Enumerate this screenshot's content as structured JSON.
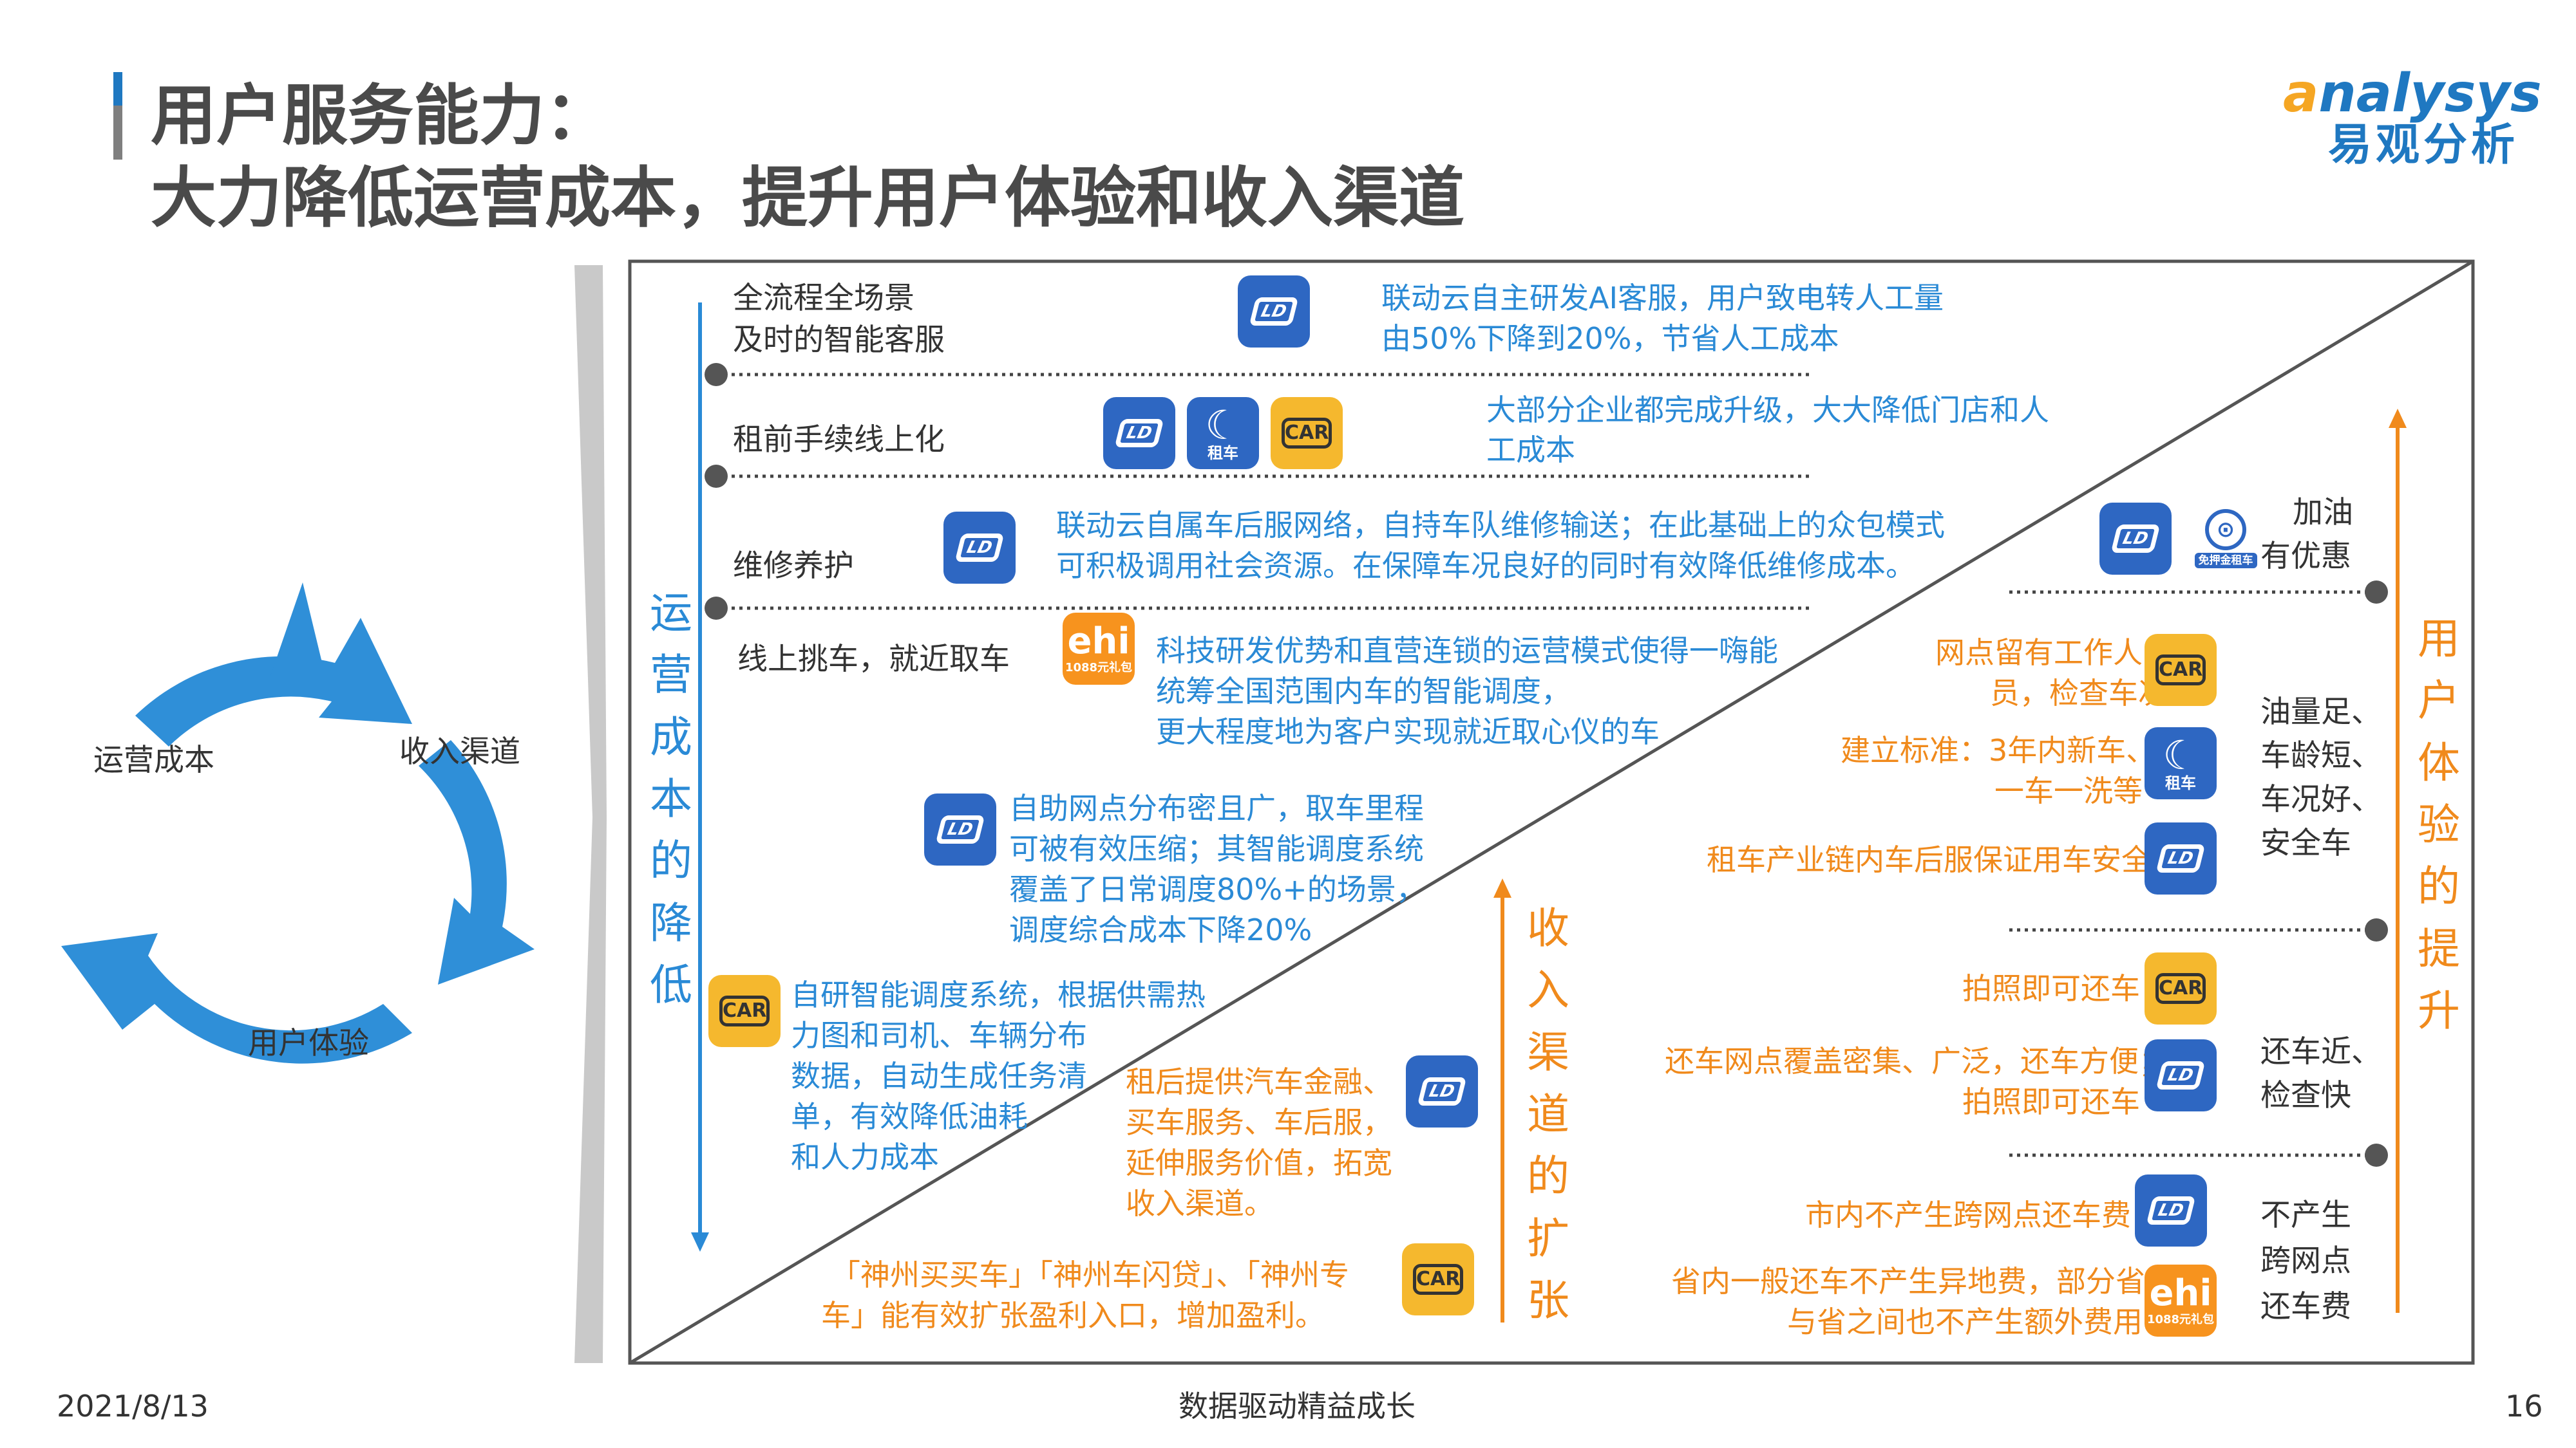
{
  "header": {
    "title_line1": "用户服务能力：",
    "title_line2": "大力降低运营成本，提升用户体验和收入渠道",
    "logo_en_a": "a",
    "logo_en_rest": "nalysys",
    "logo_zh": "易观分析"
  },
  "cycle": {
    "labels": [
      "运营成本",
      "收入渠道",
      "用户体验"
    ]
  },
  "axes": {
    "cost": "运营成本的降低",
    "experience": "用户体验的提升",
    "revenue": "收入渠道的扩张"
  },
  "cost_rows": [
    {
      "label": [
        "全流程全场景",
        "及时的智能客服"
      ],
      "desc": [
        "联动云自主研发AI客服，用户致电转人工量",
        "由50%下降到20%，节省人工成本"
      ]
    },
    {
      "label": [
        "租前手续线上化"
      ],
      "desc": [
        "大部分企业都完成升级，大大降低门店和人",
        "工成本"
      ]
    },
    {
      "label": [
        "维修养护"
      ],
      "desc": [
        "联动云自属车后服网络，自持车队维修输送；在此基础上的众包模式",
        "可积极调用社会资源。在保障车况良好的同时有效降低维修成本。"
      ]
    },
    {
      "label": [
        "线上挑车，就近取车"
      ],
      "desc": [
        "科技研发优势和直营连锁的运营模式使得一嗨能",
        "统筹全国范围内车的智能调度，",
        "更大程度地为客户实现就近取心仪的车"
      ]
    }
  ],
  "cost_extra": [
    {
      "desc": [
        "自助网点分布密且广，取车里程",
        "可被有效压缩；其智能调度系统",
        "覆盖了日常调度80%+的场景，",
        "调度综合成本下降20%"
      ]
    },
    {
      "desc": [
        "自研智能调度系统，根据供需热",
        "力图和司机、车辆分布",
        "数据，自动生成任务清",
        "单，有效降低油耗",
        "和人力成本"
      ]
    }
  ],
  "revenue_items": [
    {
      "desc": [
        "租后提供汽车金融、",
        "买车服务、车后服，",
        "延伸服务价值，拓宽",
        "收入渠道。"
      ]
    },
    {
      "desc": [
        "「神州买买车」「神州车闪贷」、「神州专",
        "车」能有效扩张盈利入口，增加盈利。"
      ]
    }
  ],
  "experience_groups": [
    {
      "label": [
        "加油",
        "有优惠"
      ],
      "items": []
    },
    {
      "label": [
        "油量足、",
        "车龄短、",
        "车况好、",
        "安全车"
      ],
      "items": [
        {
          "desc": [
            "网点留有工作人",
            "员，检查车况"
          ]
        },
        {
          "desc": [
            "建立标准：3年内新车、",
            "一车一洗等"
          ]
        },
        {
          "desc": [
            "租车产业链内车后服保证用车安全"
          ]
        }
      ]
    },
    {
      "label": [
        "还车近、",
        "检查快"
      ],
      "items": [
        {
          "desc": [
            "拍照即可还车"
          ]
        },
        {
          "desc": [
            "还车网点覆盖密集、广泛，还车方便；",
            "拍照即可还车"
          ]
        }
      ]
    },
    {
      "label": [
        "不产生",
        "跨网点",
        "还车费"
      ],
      "items": [
        {
          "desc": [
            "市内不产生跨网点还车费"
          ]
        },
        {
          "desc": [
            "省内一般还车不产生异地费，部分省",
            "与省之间也不产生额外费用"
          ]
        }
      ]
    }
  ],
  "badges": {
    "ld": "LD",
    "car": "CAR",
    "ehi": "ehi",
    "ehi_sub": "1088元礼包",
    "zuche_sub": "租车",
    "mianya_sub": "免押金租车"
  },
  "colors": {
    "blue": "#2a8ad6",
    "orange": "#f08a1c",
    "ld_blue": "#2e67c2",
    "car_yellow": "#f5b82e",
    "ehi_orange": "#f7931e"
  },
  "footer": {
    "date": "2021/8/13",
    "center": "数据驱动精益成长",
    "page": "16"
  }
}
